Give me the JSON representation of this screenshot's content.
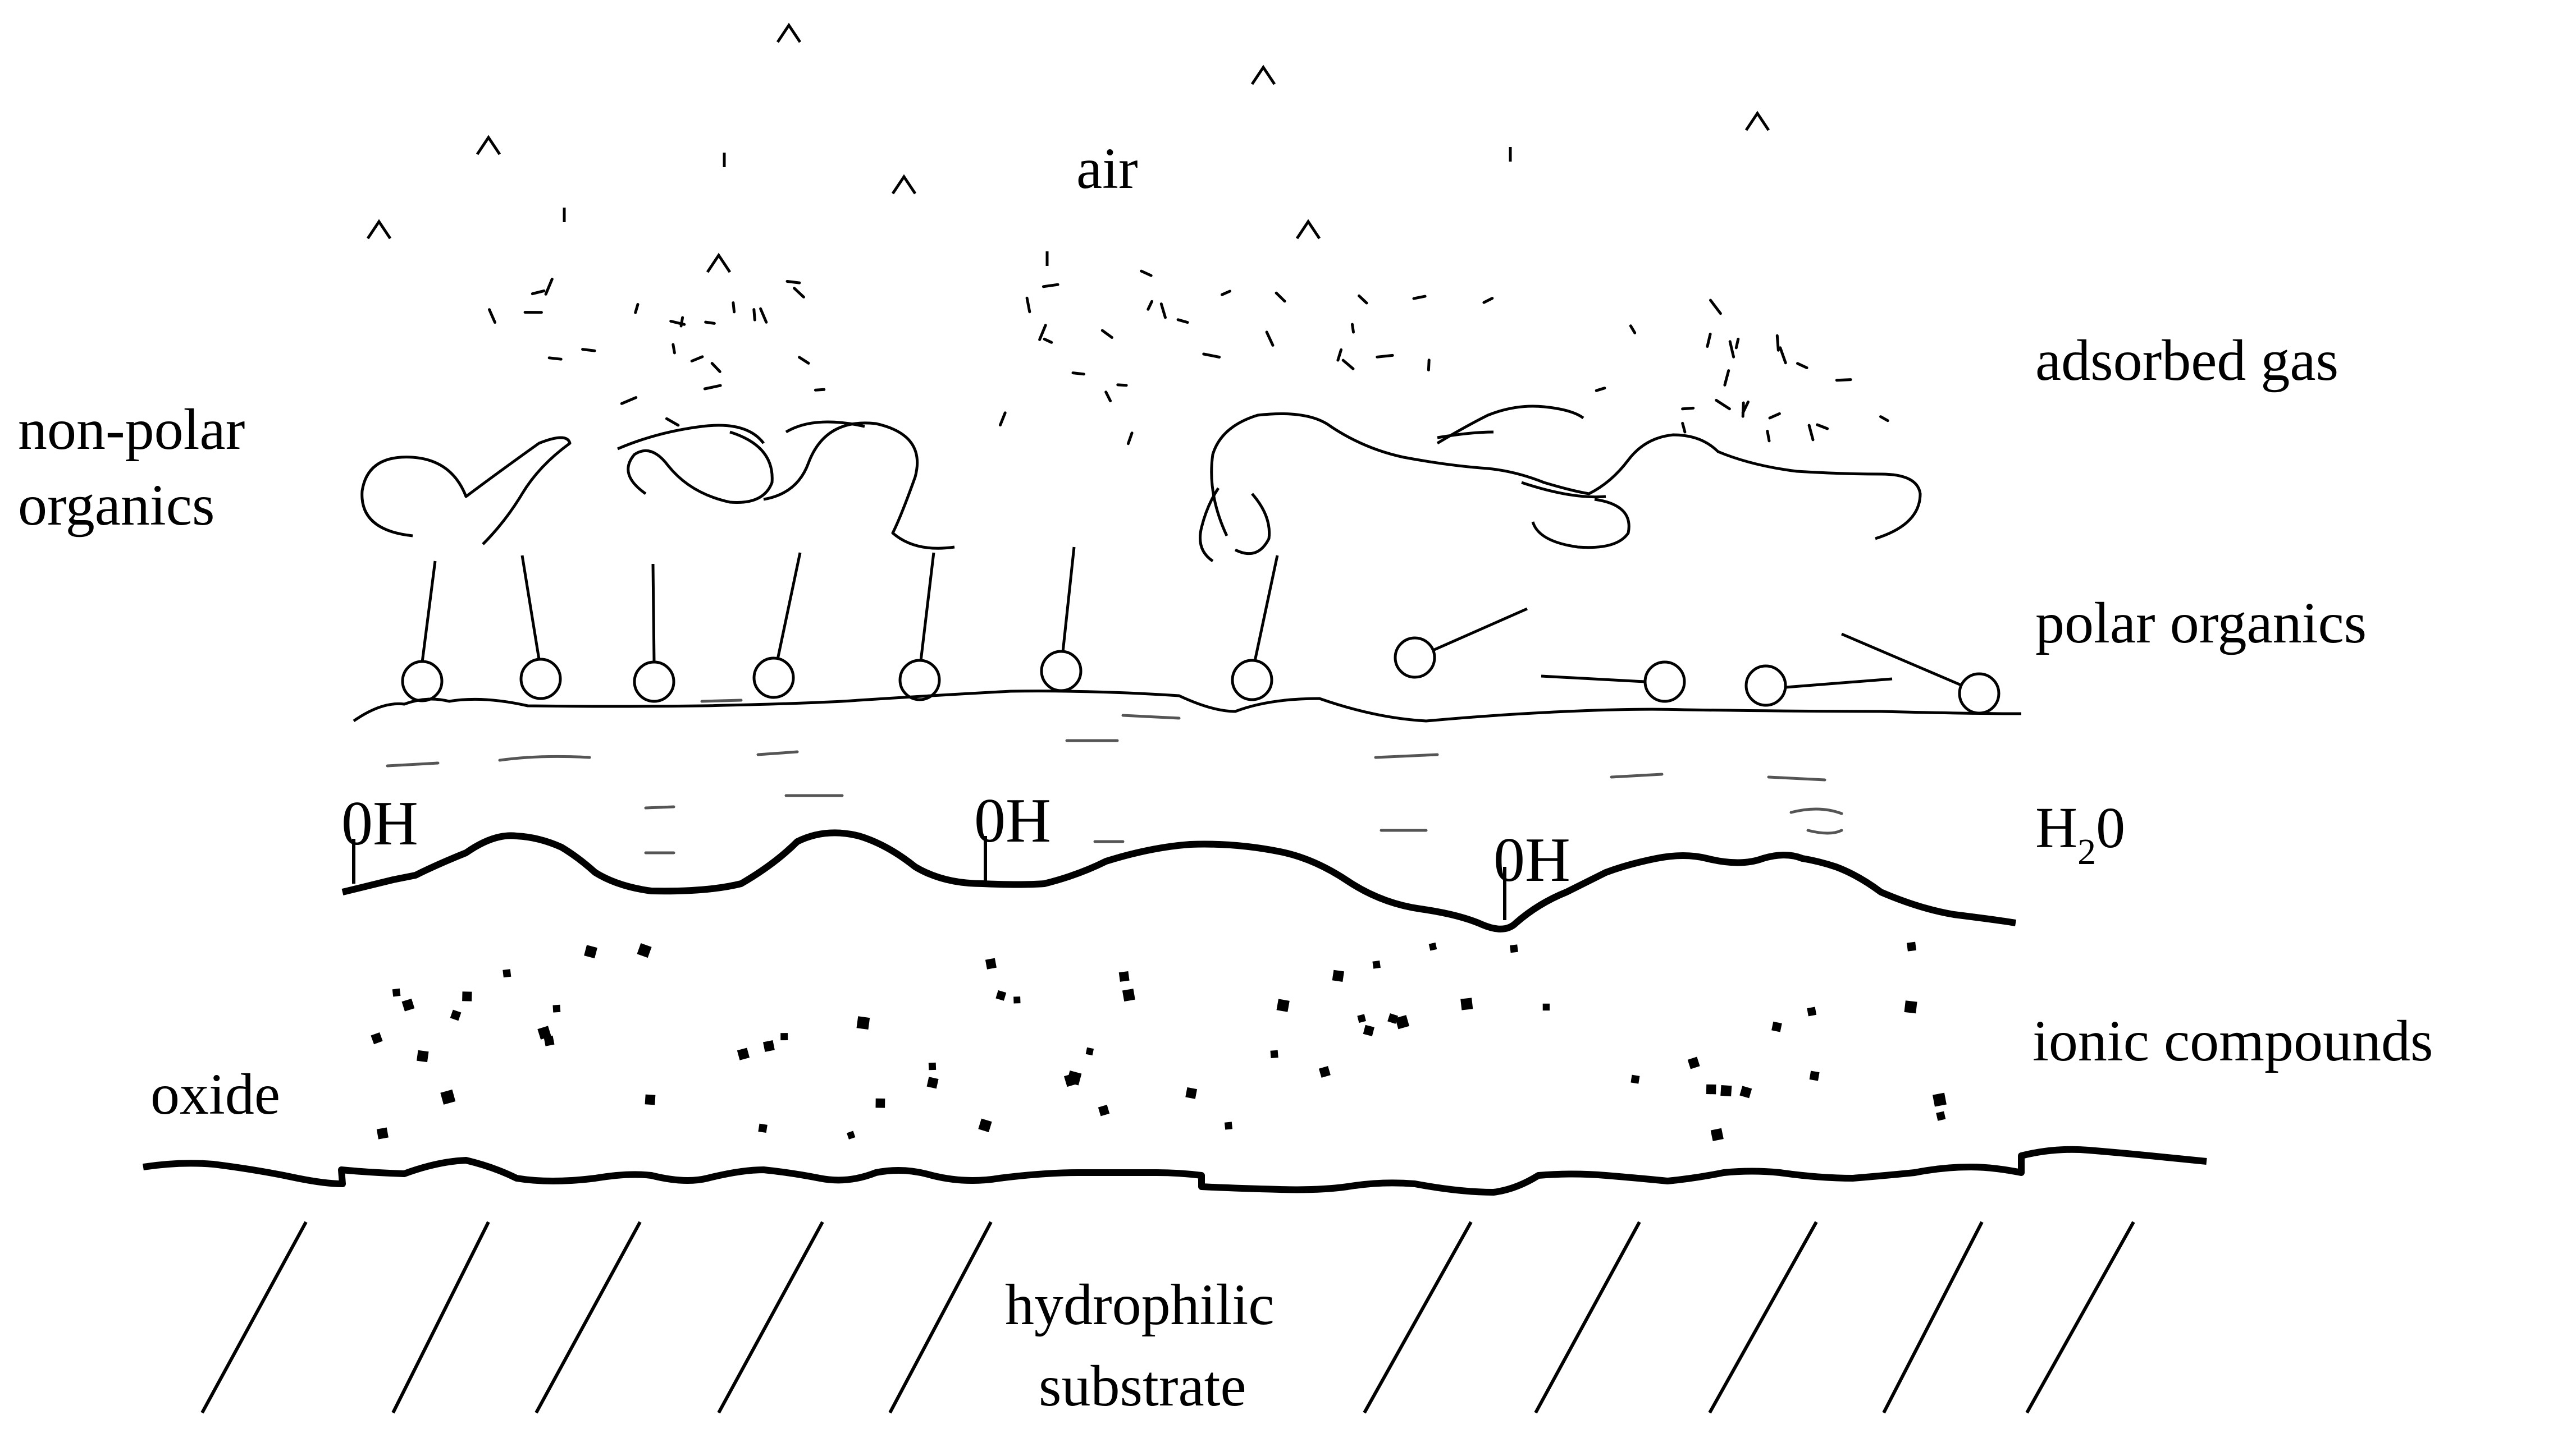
{
  "labels": {
    "air": "air",
    "adsorbed_gas": "adsorbed gas",
    "non_polar_line1": "non-polar",
    "non_polar_line2": "organics",
    "polar_organics": "polar organics",
    "water_main": "H",
    "water_sub": "2",
    "water_tail": "0",
    "ionic_compounds": "ionic compounds",
    "oxide": "oxide",
    "substrate_line1": "hydrophilic",
    "substrate_line2": "substrate",
    "hydroxyl_1": "0H",
    "hydroxyl_2": "0H",
    "hydroxyl_3": "0H"
  },
  "colors": {
    "ink": "#000000",
    "water_lines": "#555555",
    "background": "#ffffff"
  }
}
